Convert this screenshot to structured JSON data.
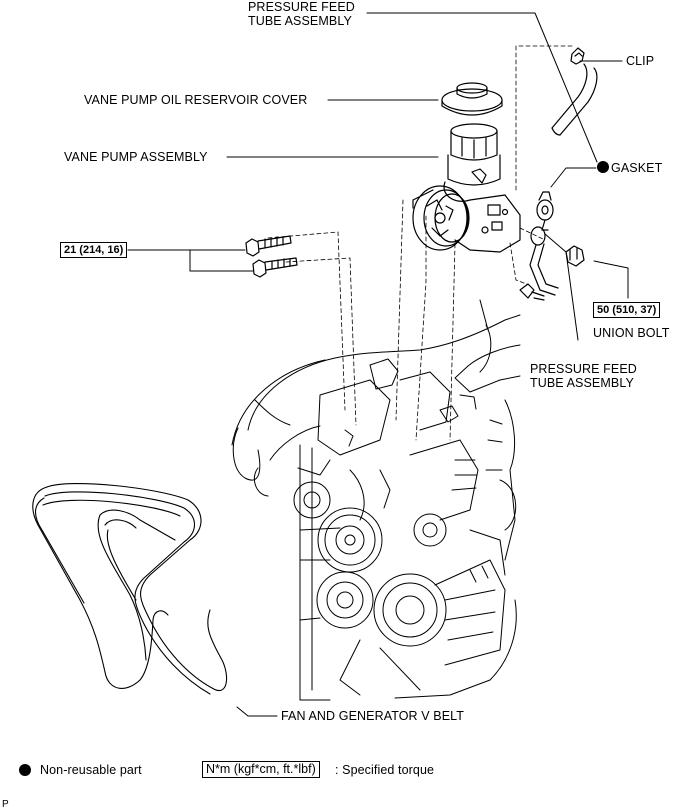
{
  "labels": {
    "pressure_feed_top_line1": "PRESSURE FEED",
    "pressure_feed_top_line2": "TUBE ASSEMBLY",
    "clip": "CLIP",
    "reservoir_cover": "VANE PUMP OIL RESERVOIR COVER",
    "vane_pump": "VANE PUMP ASSEMBLY",
    "gasket": "GASKET",
    "union_bolt": "UNION BOLT",
    "pressure_feed_mid_line1": "PRESSURE FEED",
    "pressure_feed_mid_line2": "TUBE ASSEMBLY",
    "v_belt": "FAN AND GENERATOR V BELT"
  },
  "torques": {
    "bolts": "21 (214, 16)",
    "union_bolt": "50 (510, 37)"
  },
  "legend": {
    "non_reusable": "Non-reusable part",
    "torque_format": "N*m (kgf*cm, ft.*lbf)",
    "torque_desc": ": Specified torque"
  },
  "footer": {
    "code": "P"
  }
}
